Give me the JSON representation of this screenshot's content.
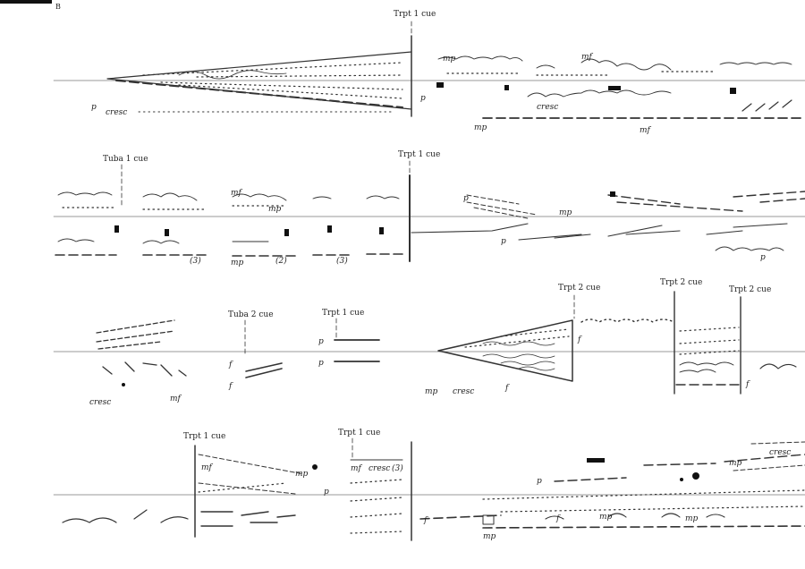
{
  "page": {
    "number_mark": "B"
  },
  "cues": [
    {
      "id": "cue-1",
      "text": "Trpt 1 cue"
    },
    {
      "id": "cue-2",
      "text": "Tuba 1 cue"
    },
    {
      "id": "cue-3",
      "text": "Trpt 1 cue"
    },
    {
      "id": "cue-4",
      "text": "Tuba 2 cue"
    },
    {
      "id": "cue-5",
      "text": "Trpt 1 cue"
    },
    {
      "id": "cue-6",
      "text": "Trpt 2 cue"
    },
    {
      "id": "cue-7",
      "text": "Trpt 2 cue"
    },
    {
      "id": "cue-8",
      "text": "Trpt 2 cue"
    },
    {
      "id": "cue-9",
      "text": "Trpt 1 cue"
    },
    {
      "id": "cue-10",
      "text": "Trpt 1 cue"
    }
  ],
  "dynamics": {
    "d1": "p",
    "d2": "cresc",
    "d3": "mp",
    "d4": "mf",
    "d5": "p",
    "d6": "mp",
    "d7": "p",
    "d8": "f",
    "d9": "mf",
    "d10": "mp",
    "d11": "cresc",
    "d12": "cresc",
    "d13": "f",
    "d14": "f",
    "d15": "p",
    "d16": "mp",
    "d17": "f",
    "d18": "mf",
    "d19": "f",
    "d20": "mp",
    "d21": "mf",
    "d22": "mp",
    "d23": "f",
    "d24": "(3)",
    "d25": "(2)",
    "d26": "(3)",
    "d27": "(3)"
  }
}
